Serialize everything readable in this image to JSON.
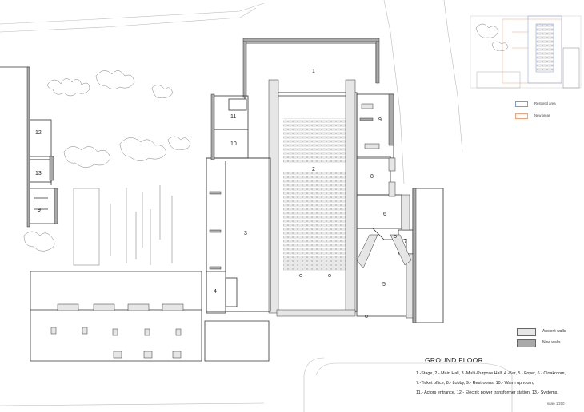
{
  "title": "GROUND FLOOR",
  "key": {
    "line1": "1.-Stage, 2.- Main Hall, 3.-Multi-Purpose Hall, 4.-Bar, 5.- Foyer, 6.- Cloakroom,",
    "line2": "7.-Ticket office, 8.- Lobby, 9.- Restrooms, 10.- Warm up room,",
    "line3": "11.- Actors entrance, 12.- Electric power transformer station, 13.- Systems."
  },
  "scale": "scale 1/200",
  "legend": {
    "ancient": "Ancient walls",
    "new": "New walls"
  },
  "key_plan": {
    "restored": "Restored area",
    "new_areas": "New areas"
  },
  "room_labels": {
    "r1": "1",
    "r2": "2",
    "r3": "3",
    "r4": "4",
    "r5": "5",
    "r6": "6",
    "r7": "7",
    "r8": "8",
    "r9a": "9",
    "r9b": "9",
    "r10": "10",
    "r11": "11",
    "r12": "12",
    "r13": "13"
  },
  "colors": {
    "ancient_wall": "#e6e6e6",
    "new_wall": "#a9a9a9",
    "restored_area": "#7f97d6",
    "new_area": "#e8a77c"
  }
}
